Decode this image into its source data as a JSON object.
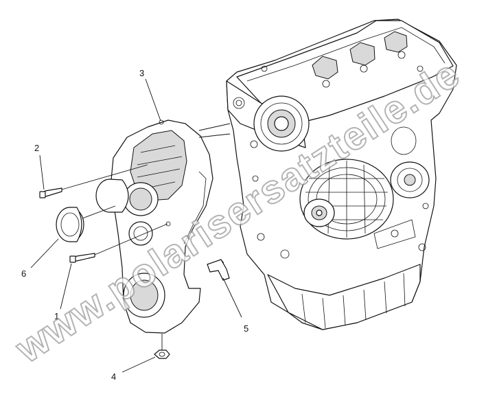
{
  "callouts": [
    {
      "id": "1",
      "label": "1"
    },
    {
      "id": "2",
      "label": "2"
    },
    {
      "id": "3",
      "label": "3"
    },
    {
      "id": "4",
      "label": "4"
    },
    {
      "id": "5",
      "label": "5"
    },
    {
      "id": "6",
      "label": "6"
    }
  ],
  "watermark": "www.polarisersatzteile.de"
}
